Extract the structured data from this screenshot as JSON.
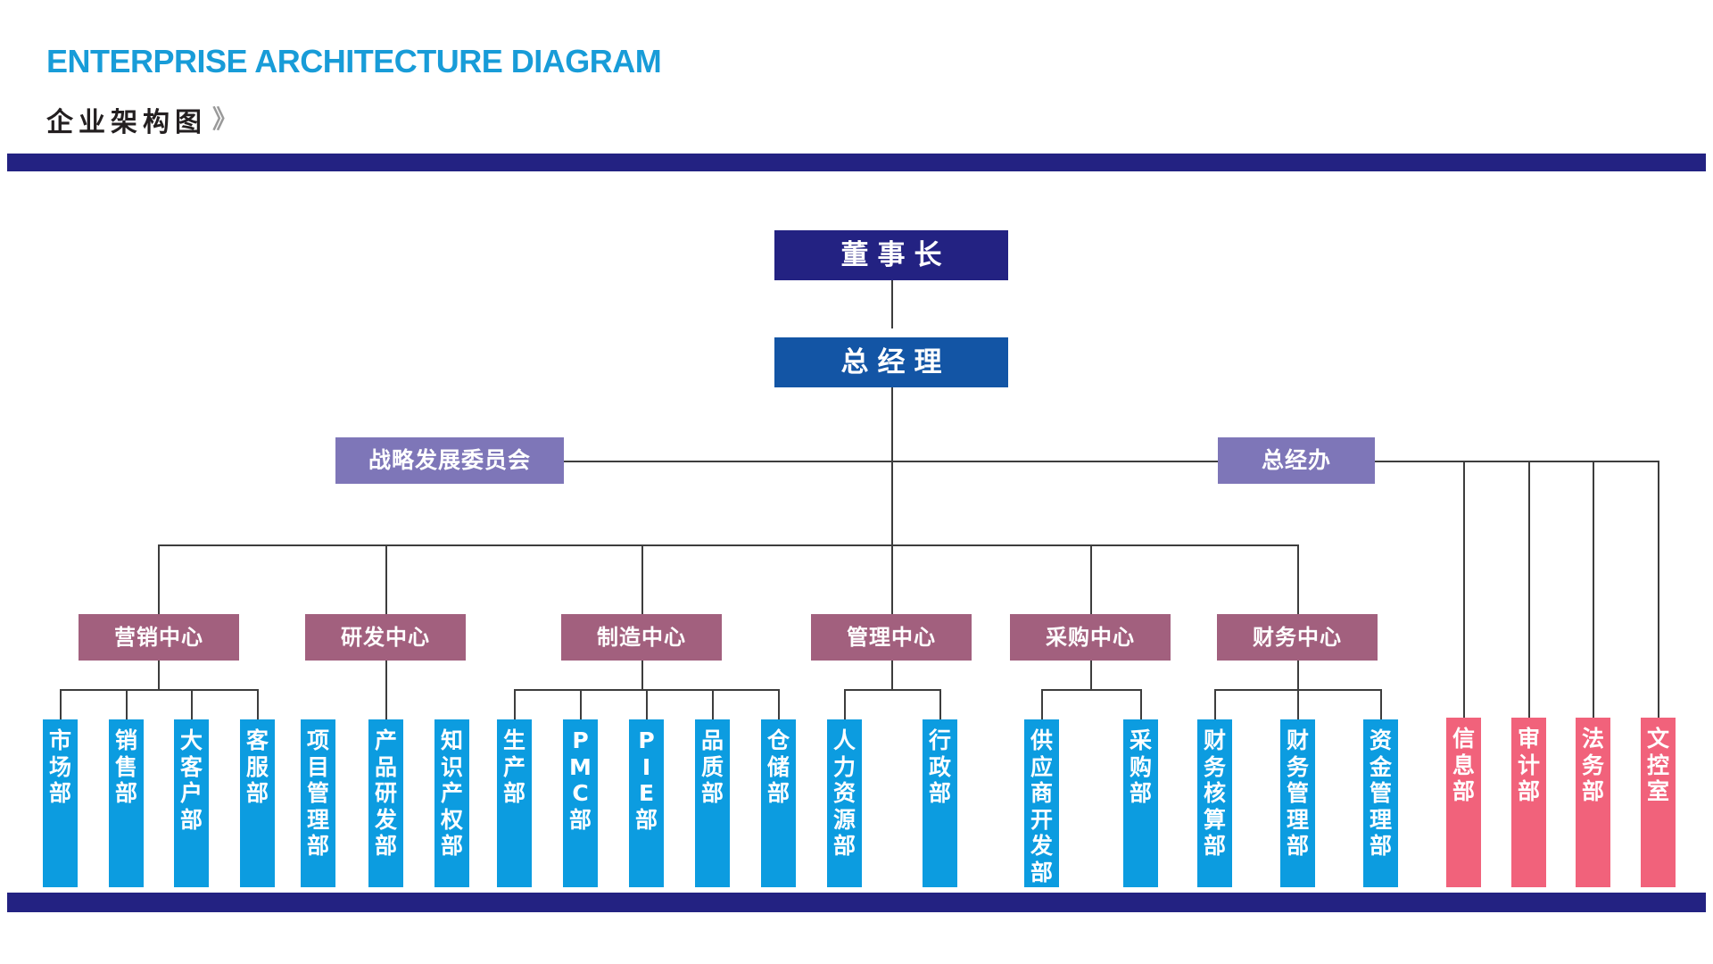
{
  "header": {
    "title_en": "ENTERPRISE ARCHITECTURE DIAGRAM",
    "title_cn": "企业架构图",
    "chevrons": "》"
  },
  "colors": {
    "accent_blue": "#189CD8",
    "navy_bar": "#232282",
    "chairman": "#232282",
    "general_manager": "#1355A5",
    "committee": "#7E76B8",
    "center": "#A2607E",
    "leaf_blue": "#0C9CE0",
    "leaf_pink": "#F1627B",
    "connector": "#3d3d3d"
  },
  "chart_data": {
    "type": "diagram",
    "title": "企业架构图 / ENTERPRISE ARCHITECTURE DIAGRAM",
    "orientation": "top-down org chart",
    "levels": [
      "board",
      "executive",
      "staff-office",
      "center",
      "department"
    ],
    "nodes": [
      {
        "id": "chairman",
        "label": "董事长",
        "level": "board",
        "color": "#232282"
      },
      {
        "id": "gm",
        "label": "总经理",
        "level": "executive",
        "color": "#1355A5"
      },
      {
        "id": "strategy_committee",
        "label": "战略发展委员会",
        "level": "staff-office",
        "color": "#7E76B8"
      },
      {
        "id": "gm_office",
        "label": "总经办",
        "level": "staff-office",
        "color": "#7E76B8"
      },
      {
        "id": "marketing_center",
        "label": "营销中心",
        "level": "center",
        "color": "#A2607E"
      },
      {
        "id": "rd_center",
        "label": "研发中心",
        "level": "center",
        "color": "#A2607E"
      },
      {
        "id": "manufacturing_center",
        "label": "制造中心",
        "level": "center",
        "color": "#A2607E"
      },
      {
        "id": "management_center",
        "label": "管理中心",
        "level": "center",
        "color": "#A2607E"
      },
      {
        "id": "procurement_center",
        "label": "采购中心",
        "level": "center",
        "color": "#A2607E"
      },
      {
        "id": "finance_center",
        "label": "财务中心",
        "level": "center",
        "color": "#A2607E"
      }
    ],
    "edges": [
      {
        "from": "chairman",
        "to": "gm"
      },
      {
        "from": "gm",
        "to": "strategy_committee"
      },
      {
        "from": "gm",
        "to": "gm_office"
      },
      {
        "from": "gm",
        "to": "marketing_center"
      },
      {
        "from": "gm",
        "to": "rd_center"
      },
      {
        "from": "gm",
        "to": "manufacturing_center"
      },
      {
        "from": "gm",
        "to": "management_center"
      },
      {
        "from": "gm",
        "to": "procurement_center"
      },
      {
        "from": "gm",
        "to": "finance_center"
      },
      {
        "from": "gm_office",
        "to": "info_dept"
      },
      {
        "from": "gm_office",
        "to": "audit_dept"
      },
      {
        "from": "gm_office",
        "to": "legal_dept"
      },
      {
        "from": "gm_office",
        "to": "doc_control_office"
      }
    ]
  },
  "top": {
    "chairman": "董事长",
    "general_manager": "总经理"
  },
  "staff": {
    "strategy_committee": "战略发展委员会",
    "gm_office": "总经办"
  },
  "centers": [
    {
      "id": "marketing_center",
      "label": "营销中心",
      "departments": [
        {
          "id": "market_dept",
          "label": "市场部"
        },
        {
          "id": "sales_dept",
          "label": "销售部"
        },
        {
          "id": "key_account_dept",
          "label": "大客户部"
        },
        {
          "id": "customer_service_dept",
          "label": "客服部"
        }
      ]
    },
    {
      "id": "rd_center",
      "label": "研发中心",
      "departments": [
        {
          "id": "project_management_dept",
          "label": "项目管理部"
        },
        {
          "id": "product_rd_dept",
          "label": "产品研发部"
        },
        {
          "id": "ip_dept",
          "label": "知识产权部"
        }
      ]
    },
    {
      "id": "manufacturing_center",
      "label": "制造中心",
      "departments": [
        {
          "id": "production_dept",
          "label": "生产部"
        },
        {
          "id": "pmc_dept",
          "label": "PMC部"
        },
        {
          "id": "pie_dept",
          "label": "PIE部"
        },
        {
          "id": "quality_dept",
          "label": "品质部"
        },
        {
          "id": "warehouse_dept",
          "label": "仓储部"
        }
      ]
    },
    {
      "id": "management_center",
      "label": "管理中心",
      "departments": [
        {
          "id": "hr_dept",
          "label": "人力资源部"
        },
        {
          "id": "admin_dept",
          "label": "行政部"
        }
      ]
    },
    {
      "id": "procurement_center",
      "label": "采购中心",
      "departments": [
        {
          "id": "supplier_development_dept",
          "label": "供应商开发部"
        },
        {
          "id": "purchasing_dept",
          "label": "采购部"
        }
      ]
    },
    {
      "id": "finance_center",
      "label": "财务中心",
      "departments": [
        {
          "id": "financial_accounting_dept",
          "label": "财务核算部"
        },
        {
          "id": "financial_management_dept",
          "label": "财务管理部"
        },
        {
          "id": "fund_management_dept",
          "label": "资金管理部"
        }
      ]
    }
  ],
  "gm_office_departments": [
    {
      "id": "info_dept",
      "label": "信息部"
    },
    {
      "id": "audit_dept",
      "label": "审计部"
    },
    {
      "id": "legal_dept",
      "label": "法务部"
    },
    {
      "id": "doc_control_office",
      "label": "文控室"
    }
  ]
}
